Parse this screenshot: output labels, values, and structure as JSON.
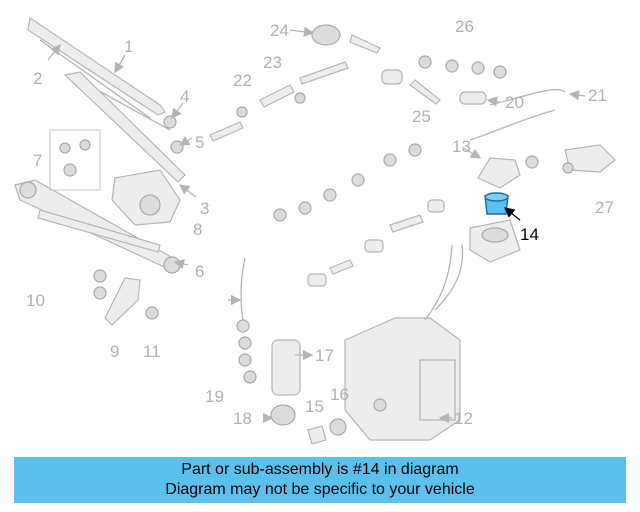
{
  "callouts": [
    "1",
    "2",
    "3",
    "4",
    "5",
    "6",
    "7",
    "8",
    "9",
    "10",
    "11",
    "12",
    "13",
    "14",
    "15",
    "16",
    "17",
    "18",
    "19",
    "20",
    "21",
    "22",
    "23",
    "24",
    "25",
    "26",
    "27"
  ],
  "highlighted_part": "14",
  "highlight_color": "#5bc0eb",
  "banner": {
    "line1": "Part or sub-assembly is #14 in diagram",
    "line2": "Diagram may not be specific to your vehicle"
  }
}
